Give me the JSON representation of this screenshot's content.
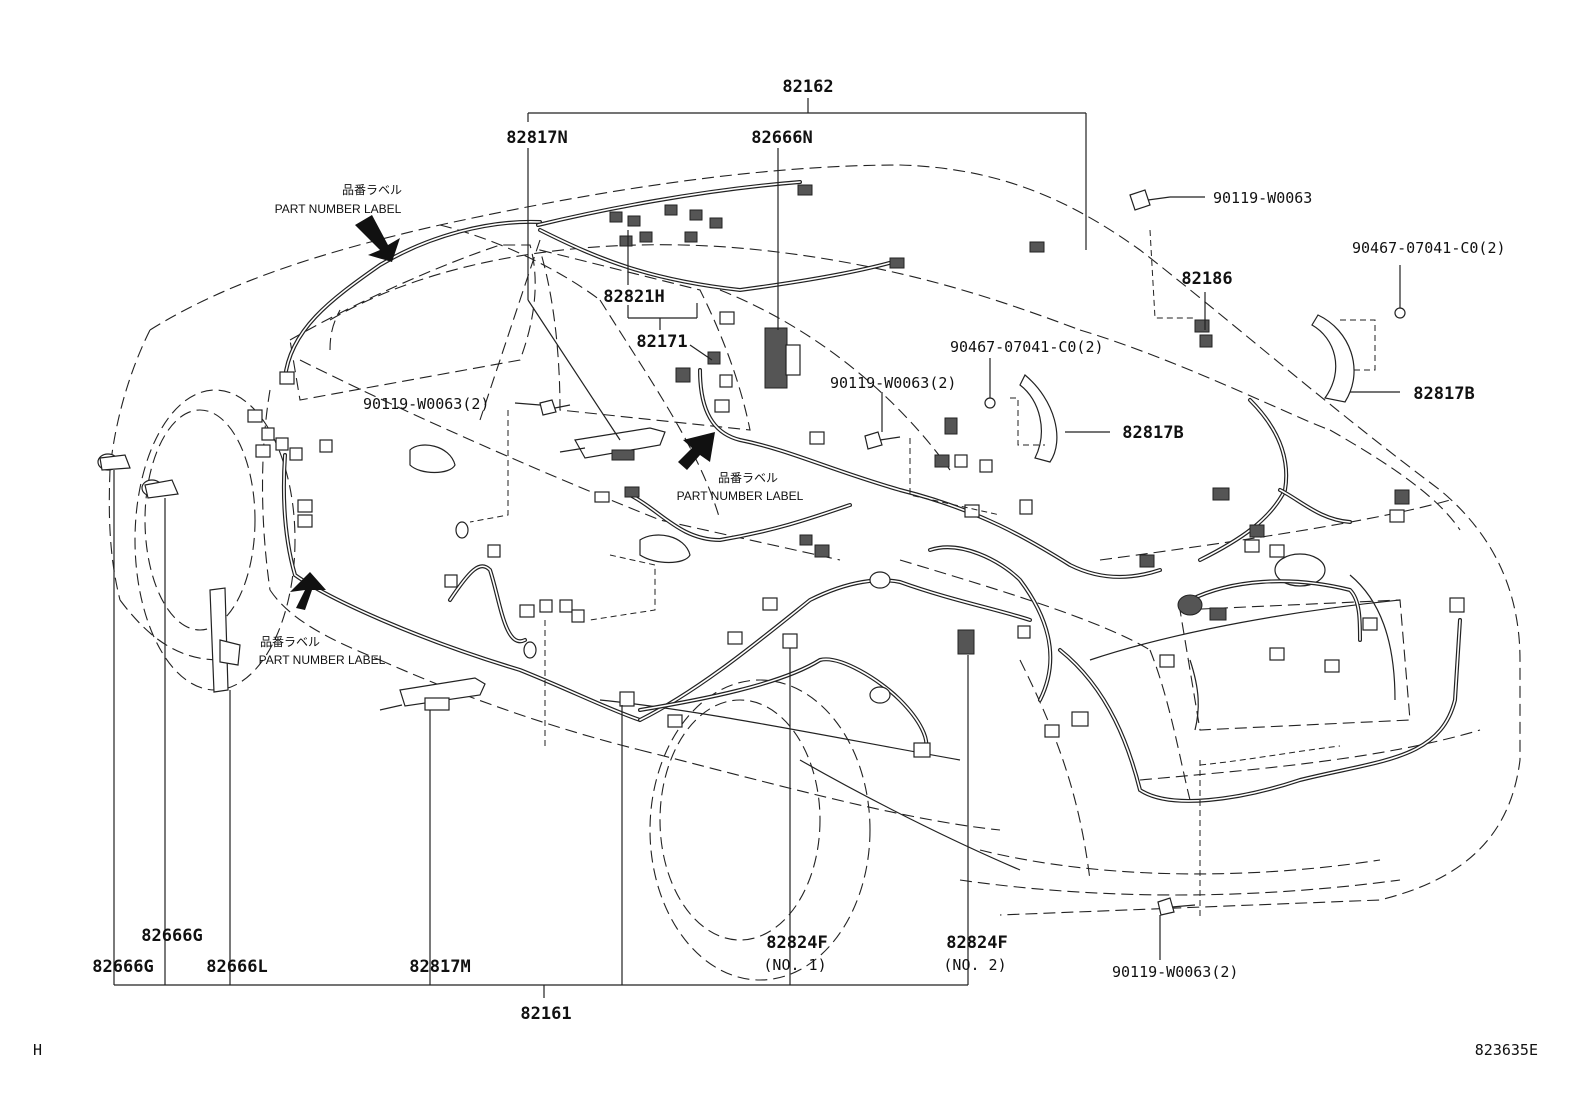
{
  "parts": {
    "p82162": "82162",
    "p82817N": "82817N",
    "p82666N": "82666N",
    "p82821H": "82821H",
    "p82171": "82171",
    "p82186": "82186",
    "p82817B_a": "82817B",
    "p82817B_b": "82817B",
    "p82666G_a": "82666G",
    "p82666G_b": "82666G",
    "p82666L": "82666L",
    "p82817M": "82817M",
    "p82824F_1": "82824F",
    "p82824F_1_sub": "(NO. 1)",
    "p82824F_2": "82824F",
    "p82824F_2_sub": "(NO. 2)",
    "p82161": "82161"
  },
  "fasteners": {
    "bolt_top_right": "90119-W0063",
    "clip_far_right": "90467-07041-C0(2)",
    "clip_mid": "90467-07041-C0(2)",
    "bolt_mid": "90119-W0063(2)",
    "bolt_left": "90119-W0063(2)",
    "bolt_bottom": "90119-W0063(2)"
  },
  "labels": {
    "part_number_label_jp": "品番ラベル",
    "part_number_label_en": "PART NUMBER LABEL"
  },
  "footer": {
    "left_code": "H",
    "figure_id": "823635E"
  }
}
